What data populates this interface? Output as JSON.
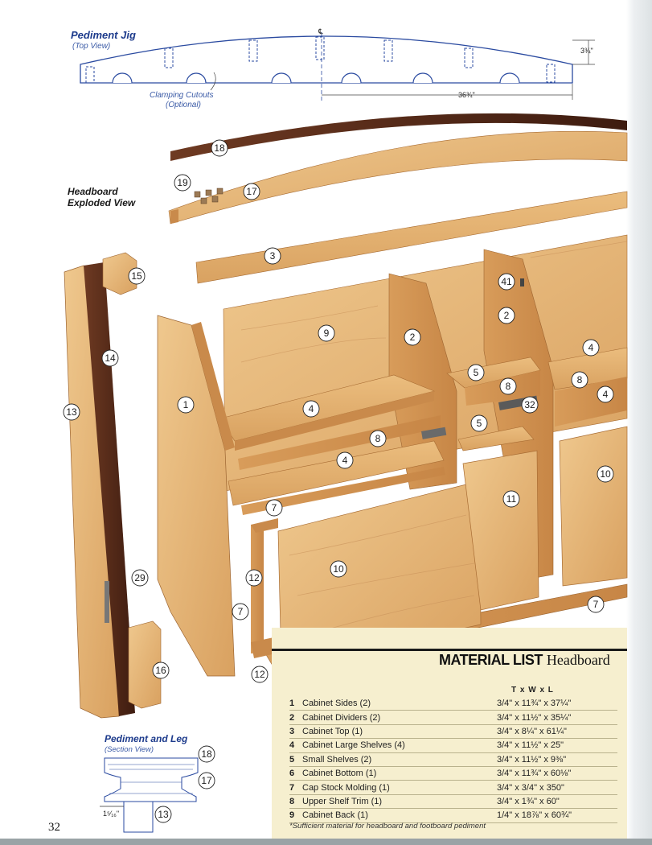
{
  "jig": {
    "title": "Pediment Jig",
    "subtitle": "(Top View)",
    "centerline": "℄",
    "height_dim": "3¾\"",
    "length_dim": "36¾\"",
    "cutouts_label_1": "Clamping Cutouts",
    "cutouts_label_2": "(Optional)"
  },
  "exploded": {
    "title_line1": "Headboard",
    "title_line2": "Exploded View"
  },
  "callouts": {
    "c1": "1",
    "c2a": "2",
    "c2b": "2",
    "c3": "3",
    "c4a": "4",
    "c4b": "4",
    "c4c": "4",
    "c4d": "4",
    "c5a": "5",
    "c5b": "5",
    "c7a": "7",
    "c7b": "7",
    "c7c": "7",
    "c8a": "8",
    "c8b": "8",
    "c8c": "8",
    "c9": "9",
    "c10a": "10",
    "c10b": "10",
    "c11": "11",
    "c12a": "12",
    "c12b": "12",
    "c13a": "13",
    "c13b": "13",
    "c14": "14",
    "c15": "15",
    "c16": "16",
    "c17a": "17",
    "c17b": "17",
    "c18a": "18",
    "c18b": "18",
    "c19": "19",
    "c29": "29",
    "c32": "32",
    "c41": "41"
  },
  "section": {
    "title": "Pediment and Leg",
    "subtitle": "(Section View)",
    "dim": "1⁵⁄₁₆\""
  },
  "material_list": {
    "title_bold": "MATERIAL LIST",
    "title_rest": "Headboard",
    "columns": "T x W x L",
    "rows": [
      {
        "num": "1",
        "name": "Cabinet Sides (2)",
        "dims": "3/4\" x 11¾\" x 37¼\""
      },
      {
        "num": "2",
        "name": "Cabinet Dividers (2)",
        "dims": "3/4\" x 11½\" x 35¼\""
      },
      {
        "num": "3",
        "name": "Cabinet Top (1)",
        "dims": "3/4\" x 8¼\" x 61¼\""
      },
      {
        "num": "4",
        "name": "Cabinet Large Shelves (4)",
        "dims": "3/4\" x 11½\" x 25\""
      },
      {
        "num": "5",
        "name": "Small Shelves (2)",
        "dims": "3/4\" x 11½\" x 9⅜\""
      },
      {
        "num": "6",
        "name": "Cabinet Bottom (1)",
        "dims": "3/4\" x 11¾\" x 60⅛\""
      },
      {
        "num": "7",
        "name": "Cap Stock Molding (1)",
        "dims": "3/4\" x 3/4\" x 350\""
      },
      {
        "num": "8",
        "name": "Upper Shelf Trim (1)",
        "dims": "3/4\" x 1¾\" x 60\""
      },
      {
        "num": "9",
        "name": "Cabinet Back (1)",
        "dims": "1/4\" x 18⅞\" x 60¾\""
      }
    ],
    "note": "*Sufficient material for headboard and footboard pediment"
  },
  "page_number": "32",
  "colors": {
    "wood_light": "#e6b877",
    "wood_mid": "#d59a58",
    "wood_dark": "#b9773b",
    "walnut": "#5b2f1e",
    "blue": "#1d3b8c",
    "list_bg": "#f6efcf"
  }
}
